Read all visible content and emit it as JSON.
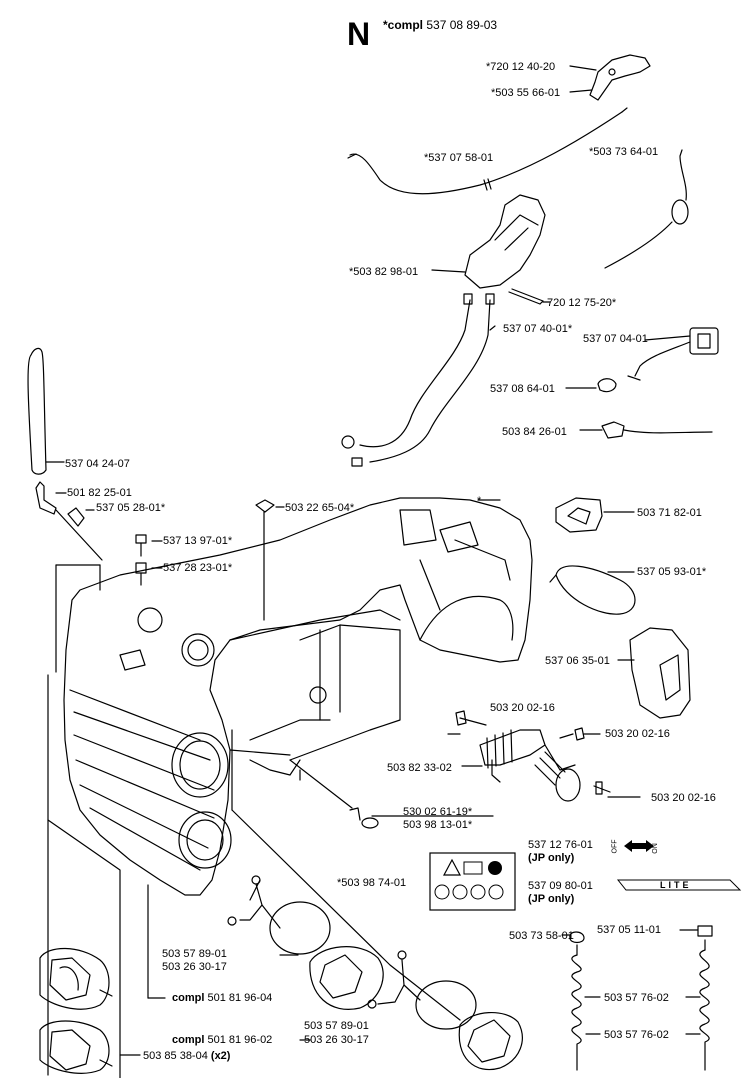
{
  "section": {
    "letter": "N",
    "compl_prefix": "*compl",
    "compl_number": "537 08 89-03"
  },
  "labels": {
    "p72012": "*720 12 40-20",
    "p50355": "*503 55 66-01",
    "p53707_58": "*537 07 58-01",
    "p50373_64": "*503 73 64-01",
    "p50382_98": "*503 82 98-01",
    "p72012_75": "720 12 75-20*",
    "p53707_40": "537 07 40-01*",
    "p53707_04": "537 07 04-01",
    "p53708_64": "537 08 64-01",
    "p50384_26": "503 84 26-01",
    "p53704_24": "537 04 24-07",
    "p50182_25": "501 82 25-01",
    "p53705_28": "537 05 28-01*",
    "p50322_65": "503 22 65-04*",
    "star": "*",
    "p53713_97": "537 13 97-01*",
    "p53728_23": "537 28 23-01*",
    "p50371_82": "503 71 82-01",
    "p53705_93": "537 05 93-01*",
    "p53706_35": "537 06 35-01",
    "p50320_02a": "503 20 02-16",
    "p50320_02b": "503 20 02-16",
    "p50382_33": "503 82 33-02",
    "p50320_02c": "503 20 02-16",
    "p53002_61": "530 02 61-19*",
    "p50398_13": "503 98 13-01*",
    "p53712_76": "537 12 76-01",
    "jp_only_1": "(JP only)",
    "p53709_80": "537 09 80-01",
    "jp_only_2": "(JP only)",
    "p50398_74": "*503 98 74-01",
    "p50373_58": "503 73 58-01",
    "p53705_11": "537 05 11-01",
    "p50357_89a": "503 57 89-01",
    "p50326_30a": "503 26 30-17",
    "compl_a_prefix": "compl",
    "compl_a_number": "501 81 96-04",
    "p50357_76a": "503 57 76-02",
    "p50357_76b": "503 57 76-02",
    "compl_b_prefix": "compl",
    "compl_b_number": "501 81 96-02",
    "p50357_89b": "503 57 89-01",
    "p50326_30b": "503 26 30-17",
    "p50385_38": "503 85 38-04",
    "x2": "(x2)",
    "lite": "LITE",
    "off": "OFF",
    "on": "ON"
  }
}
